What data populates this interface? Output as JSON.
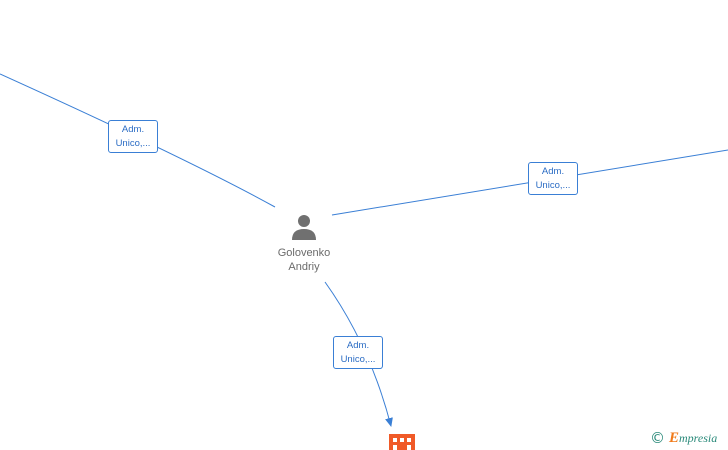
{
  "nodes": {
    "person": {
      "name_line1": "Golovenko",
      "name_line2": "Andriy",
      "icon": "person-icon"
    },
    "company": {
      "icon": "company-building-icon",
      "color": "#f05a28"
    }
  },
  "edges": [
    {
      "label_line1": "Adm.",
      "label_line2": "Unico,..."
    },
    {
      "label_line1": "Adm.",
      "label_line2": "Unico,..."
    },
    {
      "label_line1": "Adm.",
      "label_line2": "Unico,..."
    }
  ],
  "colors": {
    "edge": "#3a7fd5",
    "label_text": "#2b6cc4",
    "person_icon": "#707070",
    "brand": "#2a8a7a",
    "brand_accent": "#f07a1a"
  },
  "brand": {
    "copyright": "©",
    "first_letter": "E",
    "rest": "mpresia"
  }
}
